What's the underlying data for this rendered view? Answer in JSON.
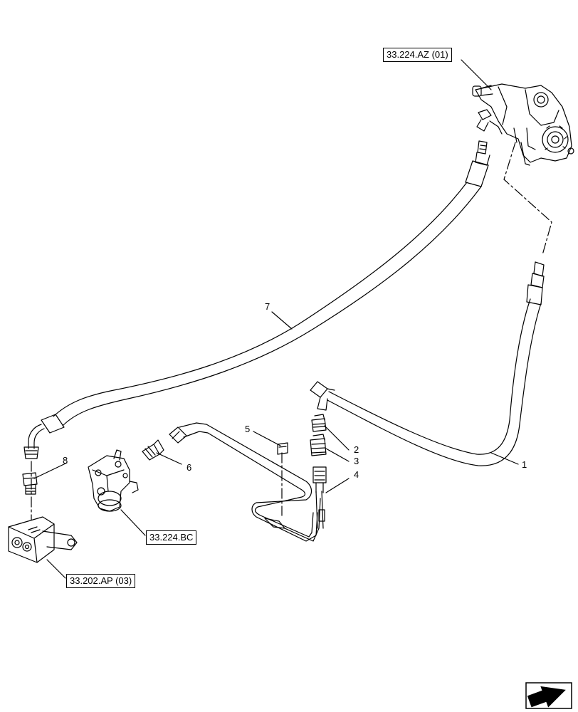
{
  "references": {
    "ref_az": "33.224.AZ (01)",
    "ref_bc": "33.224.BC",
    "ref_ap": "33.202.AP (03)"
  },
  "callouts": {
    "c1": "1",
    "c2": "2",
    "c3": "3",
    "c4": "4",
    "c5": "5",
    "c6": "6",
    "c7": "7",
    "c8": "8"
  },
  "icons": {
    "nav": "next-page-arrow-icon"
  },
  "colors": {
    "line": "#000000",
    "background": "#ffffff"
  }
}
